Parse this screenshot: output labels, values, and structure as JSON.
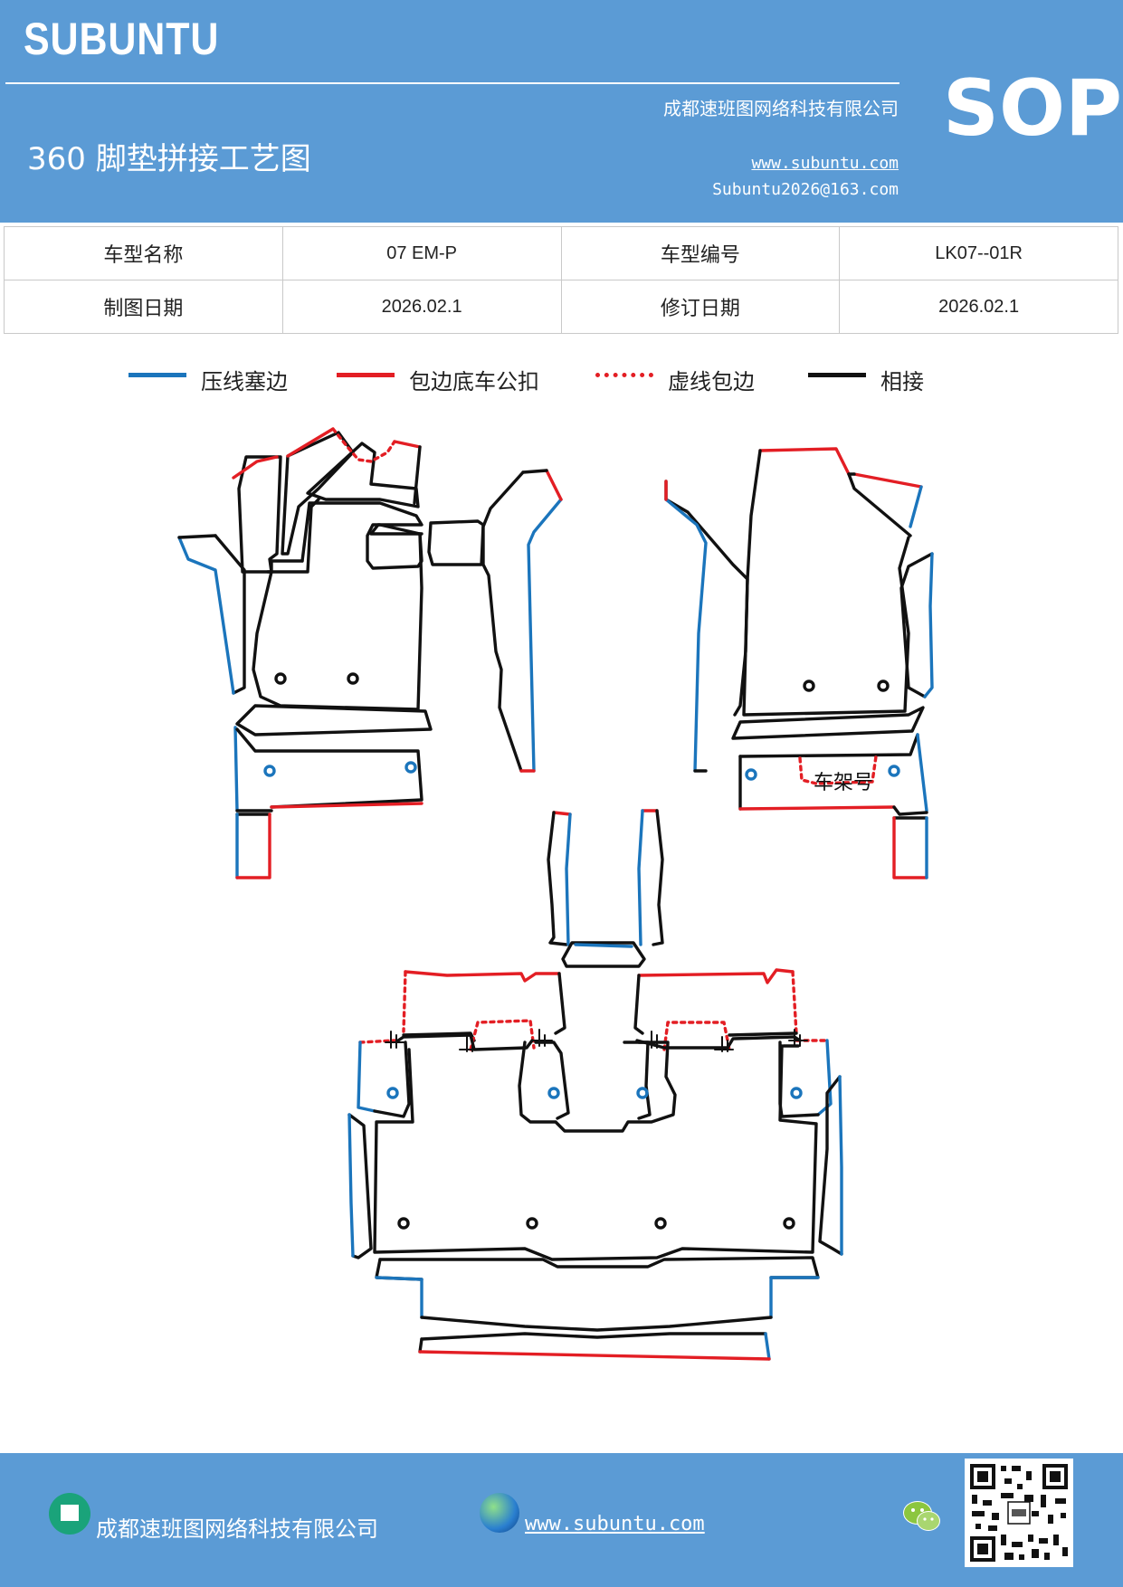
{
  "header": {
    "brand": "SUBUNTU",
    "company": "成都速班图网络科技有限公司",
    "title": "360 脚垫拼接工艺图",
    "website": "www.subuntu.com",
    "email": "Subuntu2026@163.com",
    "sop": "SOP"
  },
  "info": {
    "model_name_label": "车型名称",
    "model_name_value": "07 EM-P",
    "model_code_label": "车型编号",
    "model_code_value": "LK07--01R",
    "draw_date_label": "制图日期",
    "draw_date_value": "2026.02.1",
    "revise_date_label": "修订日期",
    "revise_date_value": "2026.02.1"
  },
  "legend": {
    "items": [
      {
        "label": "压线塞边",
        "color": "#1b75bc",
        "style": "solid"
      },
      {
        "label": "包边底车公扣",
        "color": "#e31e24",
        "style": "solid"
      },
      {
        "label": "虚线包边",
        "color": "#e31e24",
        "style": "dashed"
      },
      {
        "label": "相接",
        "color": "#111111",
        "style": "solid"
      }
    ]
  },
  "diagram": {
    "frame_label": "车架号"
  },
  "footer": {
    "company": "成都速班图网络科技有限公司",
    "website": "www.subuntu.com"
  },
  "colors": {
    "header_bg": "#5b9bd5",
    "blue_line": "#1b75bc",
    "red_line": "#e31e24",
    "black_line": "#111111"
  }
}
